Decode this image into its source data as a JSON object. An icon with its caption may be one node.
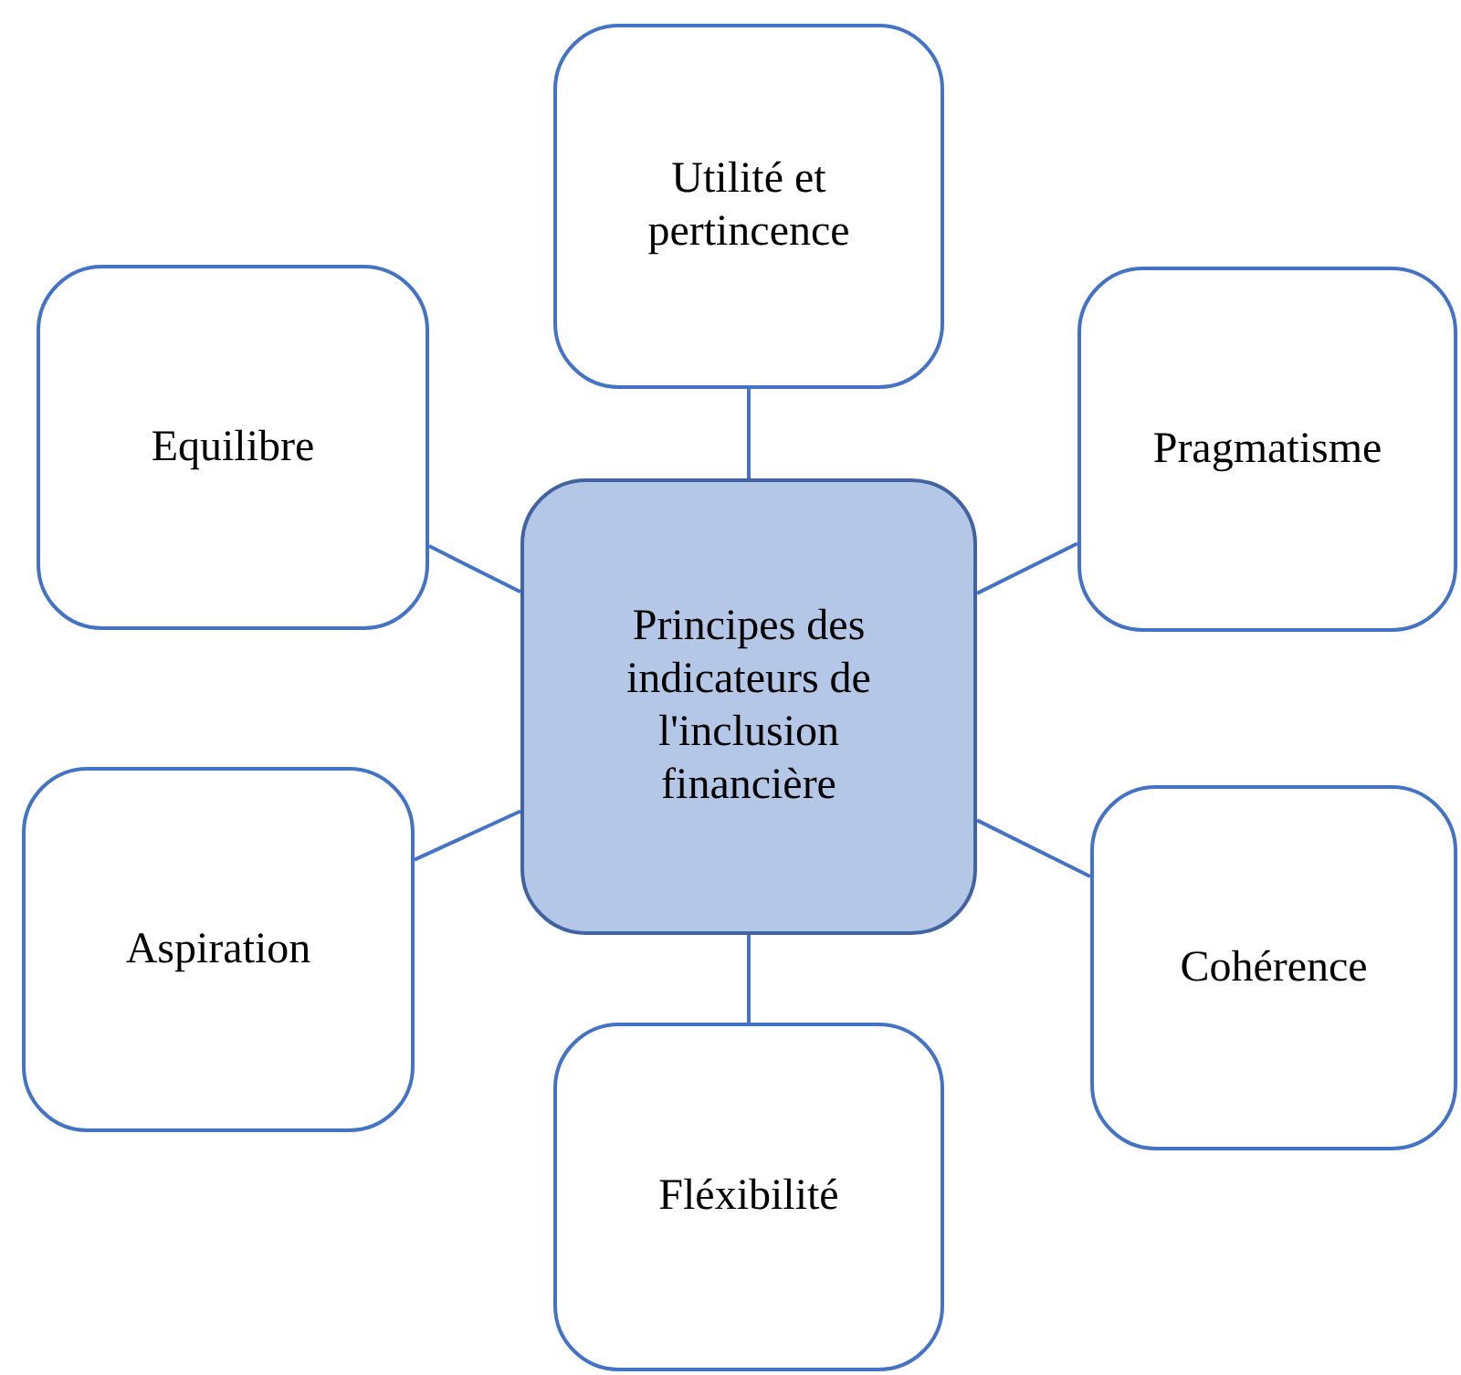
{
  "diagram": {
    "nodes": [
      {
        "text": [
          "Utilité et pertincence"
        ]
      },
      {
        "text": [
          "Equilibre"
        ]
      },
      {
        "text": [
          "Pragmatisme"
        ]
      },
      {
        "text": [
          "Principes des indicateurs de l'inclusion financière"
        ]
      },
      {
        "text": [
          "Aspiration"
        ]
      },
      {
        "text": [
          "Cohérence"
        ]
      },
      {
        "text": [
          "Fléxibilité"
        ]
      }
    ],
    "edges": [
      {
        "from": 3,
        "to": 0,
        "arrow": "none"
      },
      {
        "from": 3,
        "to": 1,
        "arrow": "none"
      },
      {
        "from": 3,
        "to": 2,
        "arrow": "none"
      },
      {
        "from": 3,
        "to": 4,
        "arrow": "none"
      },
      {
        "from": 3,
        "to": 5,
        "arrow": "none"
      },
      {
        "from": 3,
        "to": 6,
        "arrow": "none"
      }
    ]
  }
}
